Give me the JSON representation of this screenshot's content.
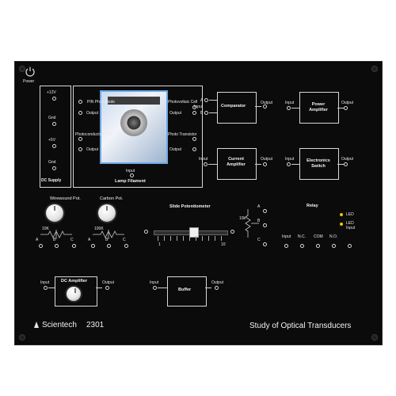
{
  "power": {
    "label": "Power"
  },
  "dc_supply": {
    "labels": [
      "+12V",
      "Gnd",
      "+5V",
      "Gnd"
    ],
    "title": "DC Supply"
  },
  "lamp": {
    "pin_photodiode": "PIN Photodiode",
    "photoconductive_cell": "Photoconductive Cell",
    "photovoltaic_cell": "Photovoltaic Cell",
    "photo_transistor": "Photo Transistor",
    "output": "Output",
    "input": "Input",
    "title": "Lamp Filament"
  },
  "comparator": {
    "title": "Comparator",
    "in_a": "A",
    "in_b": "B",
    "input": "Input",
    "output": "Output"
  },
  "power_amplifier": {
    "title": "Power Amplifier",
    "input": "Input",
    "output": "Output"
  },
  "current_amplifier": {
    "title": "Current Amplifier",
    "input": "Input",
    "output": "Output"
  },
  "electronics_switch": {
    "title": "Electronics Switch",
    "input": "Input",
    "output": "Output"
  },
  "wirewound": {
    "title": "Wirewound Pot.",
    "value": "10K",
    "pins": [
      "A",
      "B",
      "C"
    ]
  },
  "carbon": {
    "title": "Carbon Pot.",
    "value": "100K",
    "pins": [
      "A",
      "B",
      "C"
    ]
  },
  "slide": {
    "title": "Slide Potentiometer",
    "min": "1",
    "max": "10",
    "value": "10k",
    "pins": [
      "A",
      "B",
      "C"
    ]
  },
  "relay": {
    "title": "Relay",
    "labels": [
      "Input",
      "N.C.",
      "COM",
      "N.O."
    ],
    "led": "LED",
    "led_input": "LED Input"
  },
  "dc_amplifier": {
    "title": "DC Amplifier",
    "input": "Input",
    "output": "Output"
  },
  "buffer": {
    "title": "Buffer",
    "input": "Input",
    "output": "Output"
  },
  "brand": {
    "name": "Scientech",
    "model": "2301"
  },
  "experiment": {
    "title": "Study of  Optical Transducers"
  },
  "colors": {
    "panel": "#0b0b0b",
    "line": "#d8d8d8",
    "led": "#f2c200",
    "window": "#6fa8e6"
  }
}
